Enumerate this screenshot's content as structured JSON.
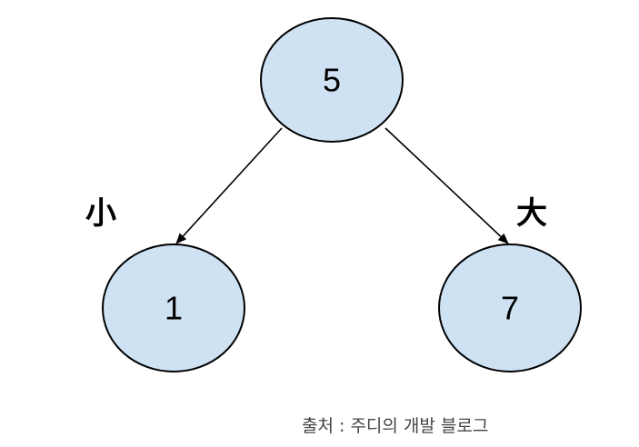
{
  "diagram": {
    "type": "binary-search-tree",
    "colors": {
      "node_fill": "#cfe2f3",
      "node_stroke": "#000000",
      "edge": "#000000",
      "caption_text": "#444444"
    },
    "nodes": [
      {
        "id": "root",
        "value": "5"
      },
      {
        "id": "left",
        "value": "1"
      },
      {
        "id": "right",
        "value": "7"
      }
    ],
    "edges": [
      {
        "from": "root",
        "to": "left",
        "label": "小"
      },
      {
        "from": "root",
        "to": "right",
        "label": "大"
      }
    ]
  },
  "caption": "출처 : 주디의 개발 블로그"
}
